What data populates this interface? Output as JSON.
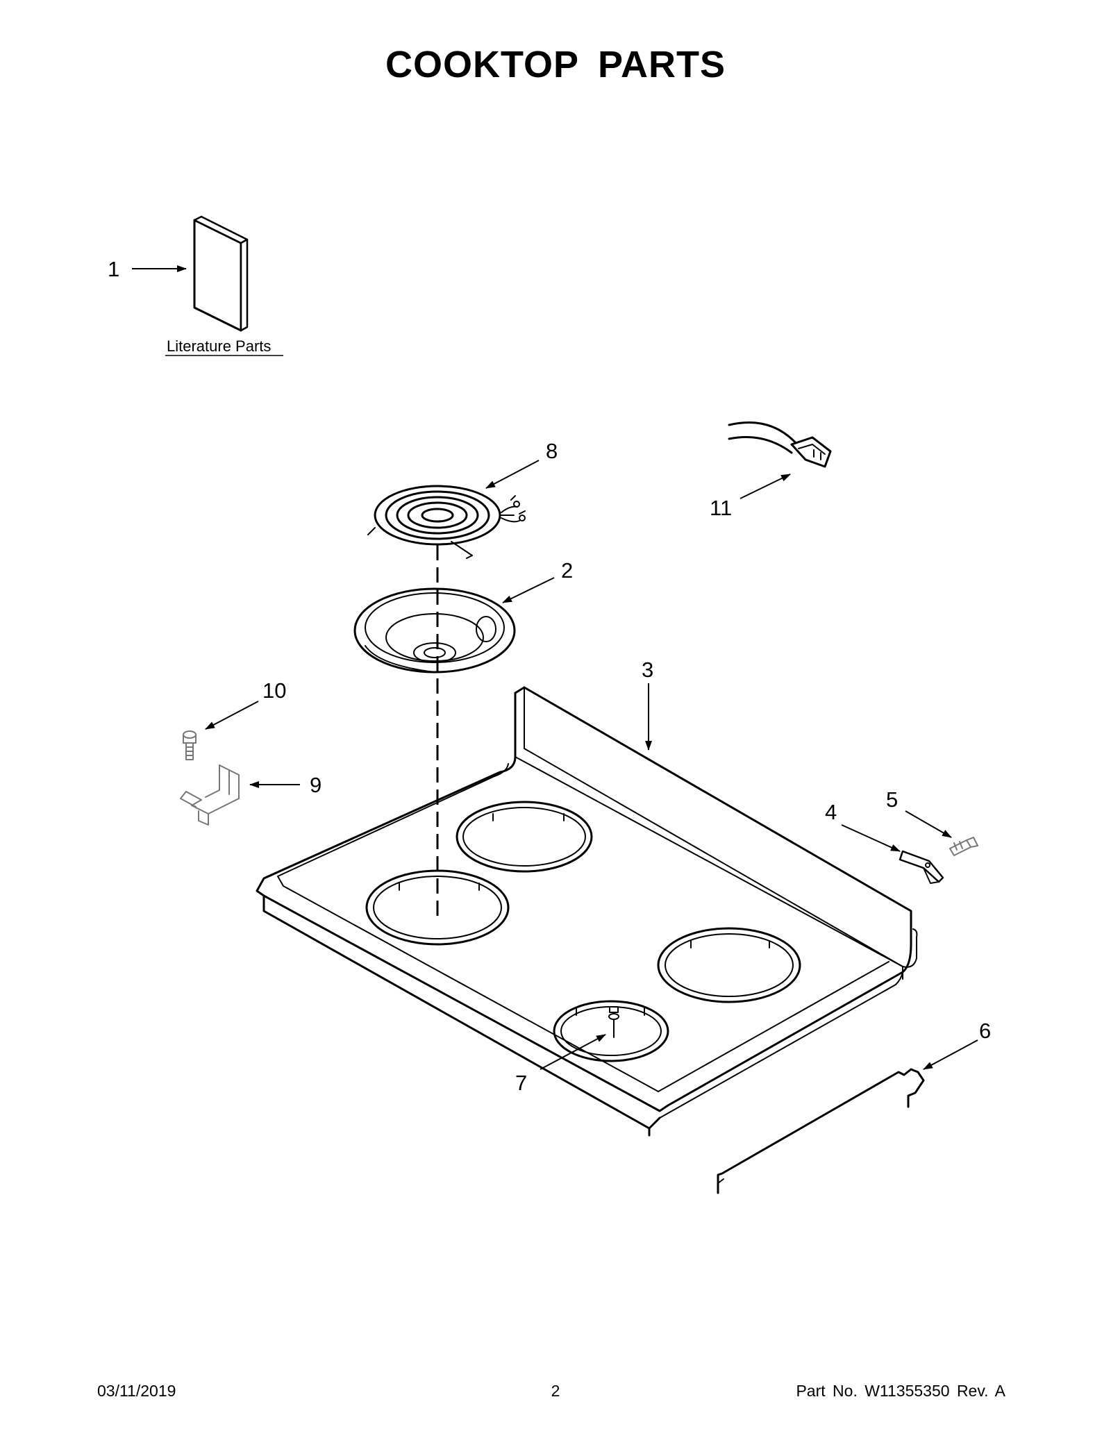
{
  "title": "COOKTOP  PARTS",
  "literature_label": "Literature Parts",
  "callouts": {
    "c1": "1",
    "c2": "2",
    "c3": "3",
    "c4": "4",
    "c5": "5",
    "c6": "6",
    "c7": "7",
    "c8": "8",
    "c9": "9",
    "c10": "10",
    "c11": "11"
  },
  "footer": {
    "date": "03/11/2019",
    "page": "2",
    "part_no": "Part No.  W11355350  Rev.  A"
  }
}
